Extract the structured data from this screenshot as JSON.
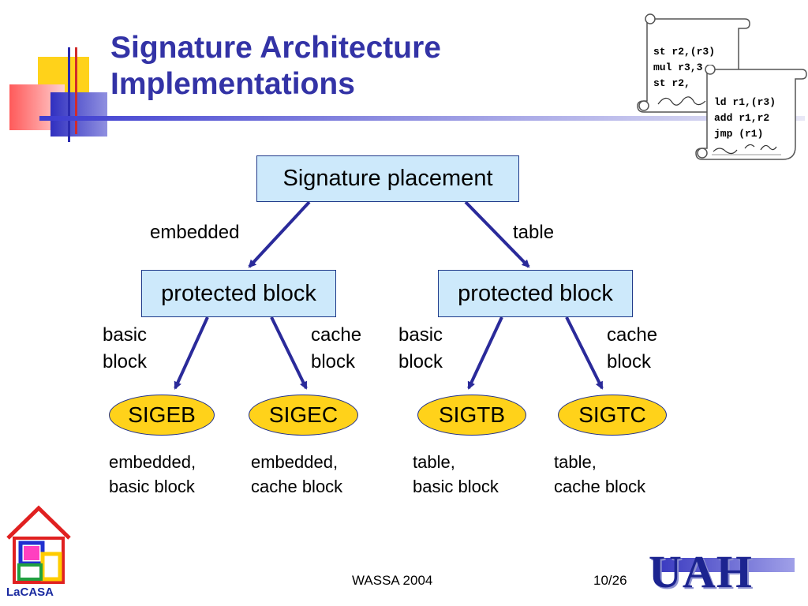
{
  "slide": {
    "title_line1": "Signature Architecture",
    "title_line2": "Implementations"
  },
  "code_scroll_back": [
    "st r2,(r3)",
    "mul r3,3",
    "st r2,"
  ],
  "code_scroll_front": [
    "ld r1,(r3)",
    "add r1,r2",
    "jmp (r1)"
  ],
  "diagram": {
    "root": "Signature placement",
    "edge_left": "embedded",
    "edge_right": "table",
    "left_block": "protected block",
    "right_block": "protected block",
    "left_basic_1": "basic",
    "left_basic_2": "block",
    "left_cache_1": "cache",
    "left_cache_2": "block",
    "right_basic_1": "basic",
    "right_basic_2": "block",
    "right_cache_1": "cache",
    "right_cache_2": "block",
    "leaves": [
      "SIGEB",
      "SIGEC",
      "SIGTB",
      "SIGTC"
    ],
    "captions": [
      [
        "embedded,",
        "basic block"
      ],
      [
        "embedded,",
        "cache block"
      ],
      [
        "table,",
        "basic block"
      ],
      [
        "table,",
        "cache block"
      ]
    ]
  },
  "footer": {
    "event": "WASSA 2004",
    "page": "10/26",
    "logo_left_text": "LaCASA",
    "logo_right_text": "UAH"
  },
  "colors": {
    "title": "#3333a6",
    "box_fill": "#cde9fb",
    "ellipse_fill": "#ffd21a",
    "arrow": "#2a2a9a"
  }
}
